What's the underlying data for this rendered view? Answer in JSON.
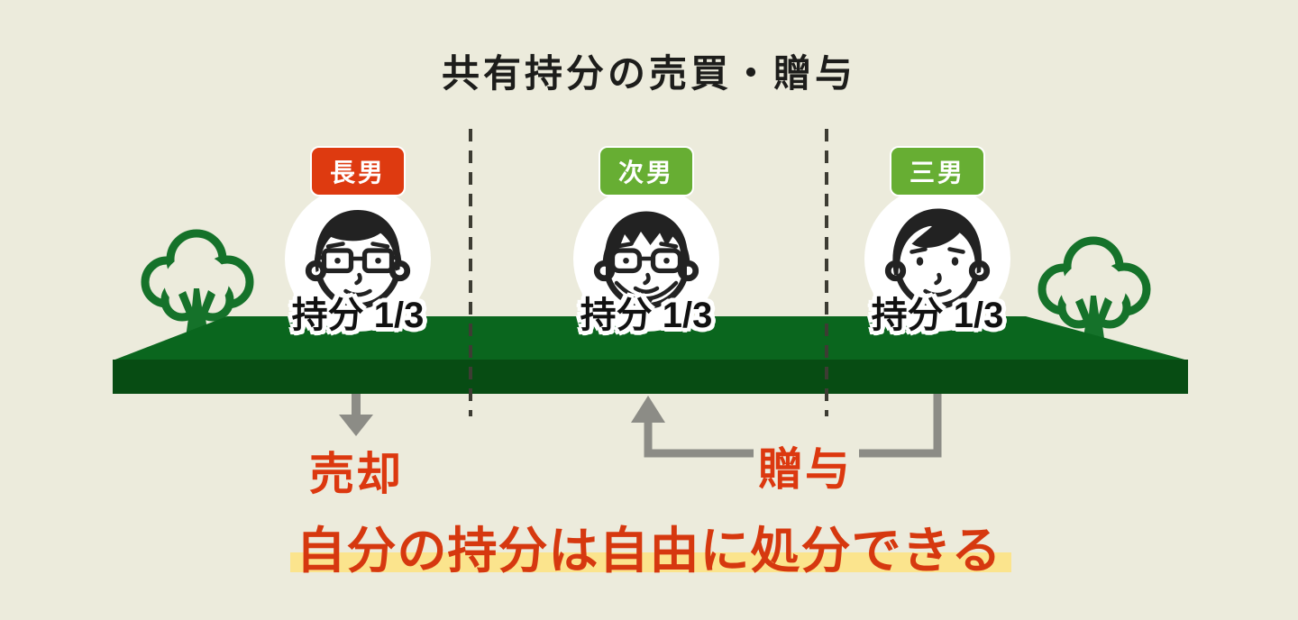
{
  "title": "共有持分の売買・贈与",
  "persons": [
    {
      "badge": "長男",
      "badge_color": "#DE3A10",
      "share": "持分 1/3"
    },
    {
      "badge": "次男",
      "badge_color": "#67AE33",
      "share": "持分 1/3"
    },
    {
      "badge": "三男",
      "badge_color": "#67AE33",
      "share": "持分 1/3"
    }
  ],
  "actions": {
    "sell": "売却",
    "gift": "贈与"
  },
  "conclusion": "自分の持分は自由に処分できる",
  "colors": {
    "background": "#ECEBDC",
    "accent_red": "#DC380F",
    "badge_red": "#DE3A10",
    "badge_green": "#67AE33",
    "land_top_green": "#0A661E",
    "land_front_green": "#074C13",
    "tree_green": "#15722A",
    "arrow_gray": "#8C8C86",
    "divider_dash": "#3D3C33",
    "highlight_yellow": "#FBE48D"
  }
}
